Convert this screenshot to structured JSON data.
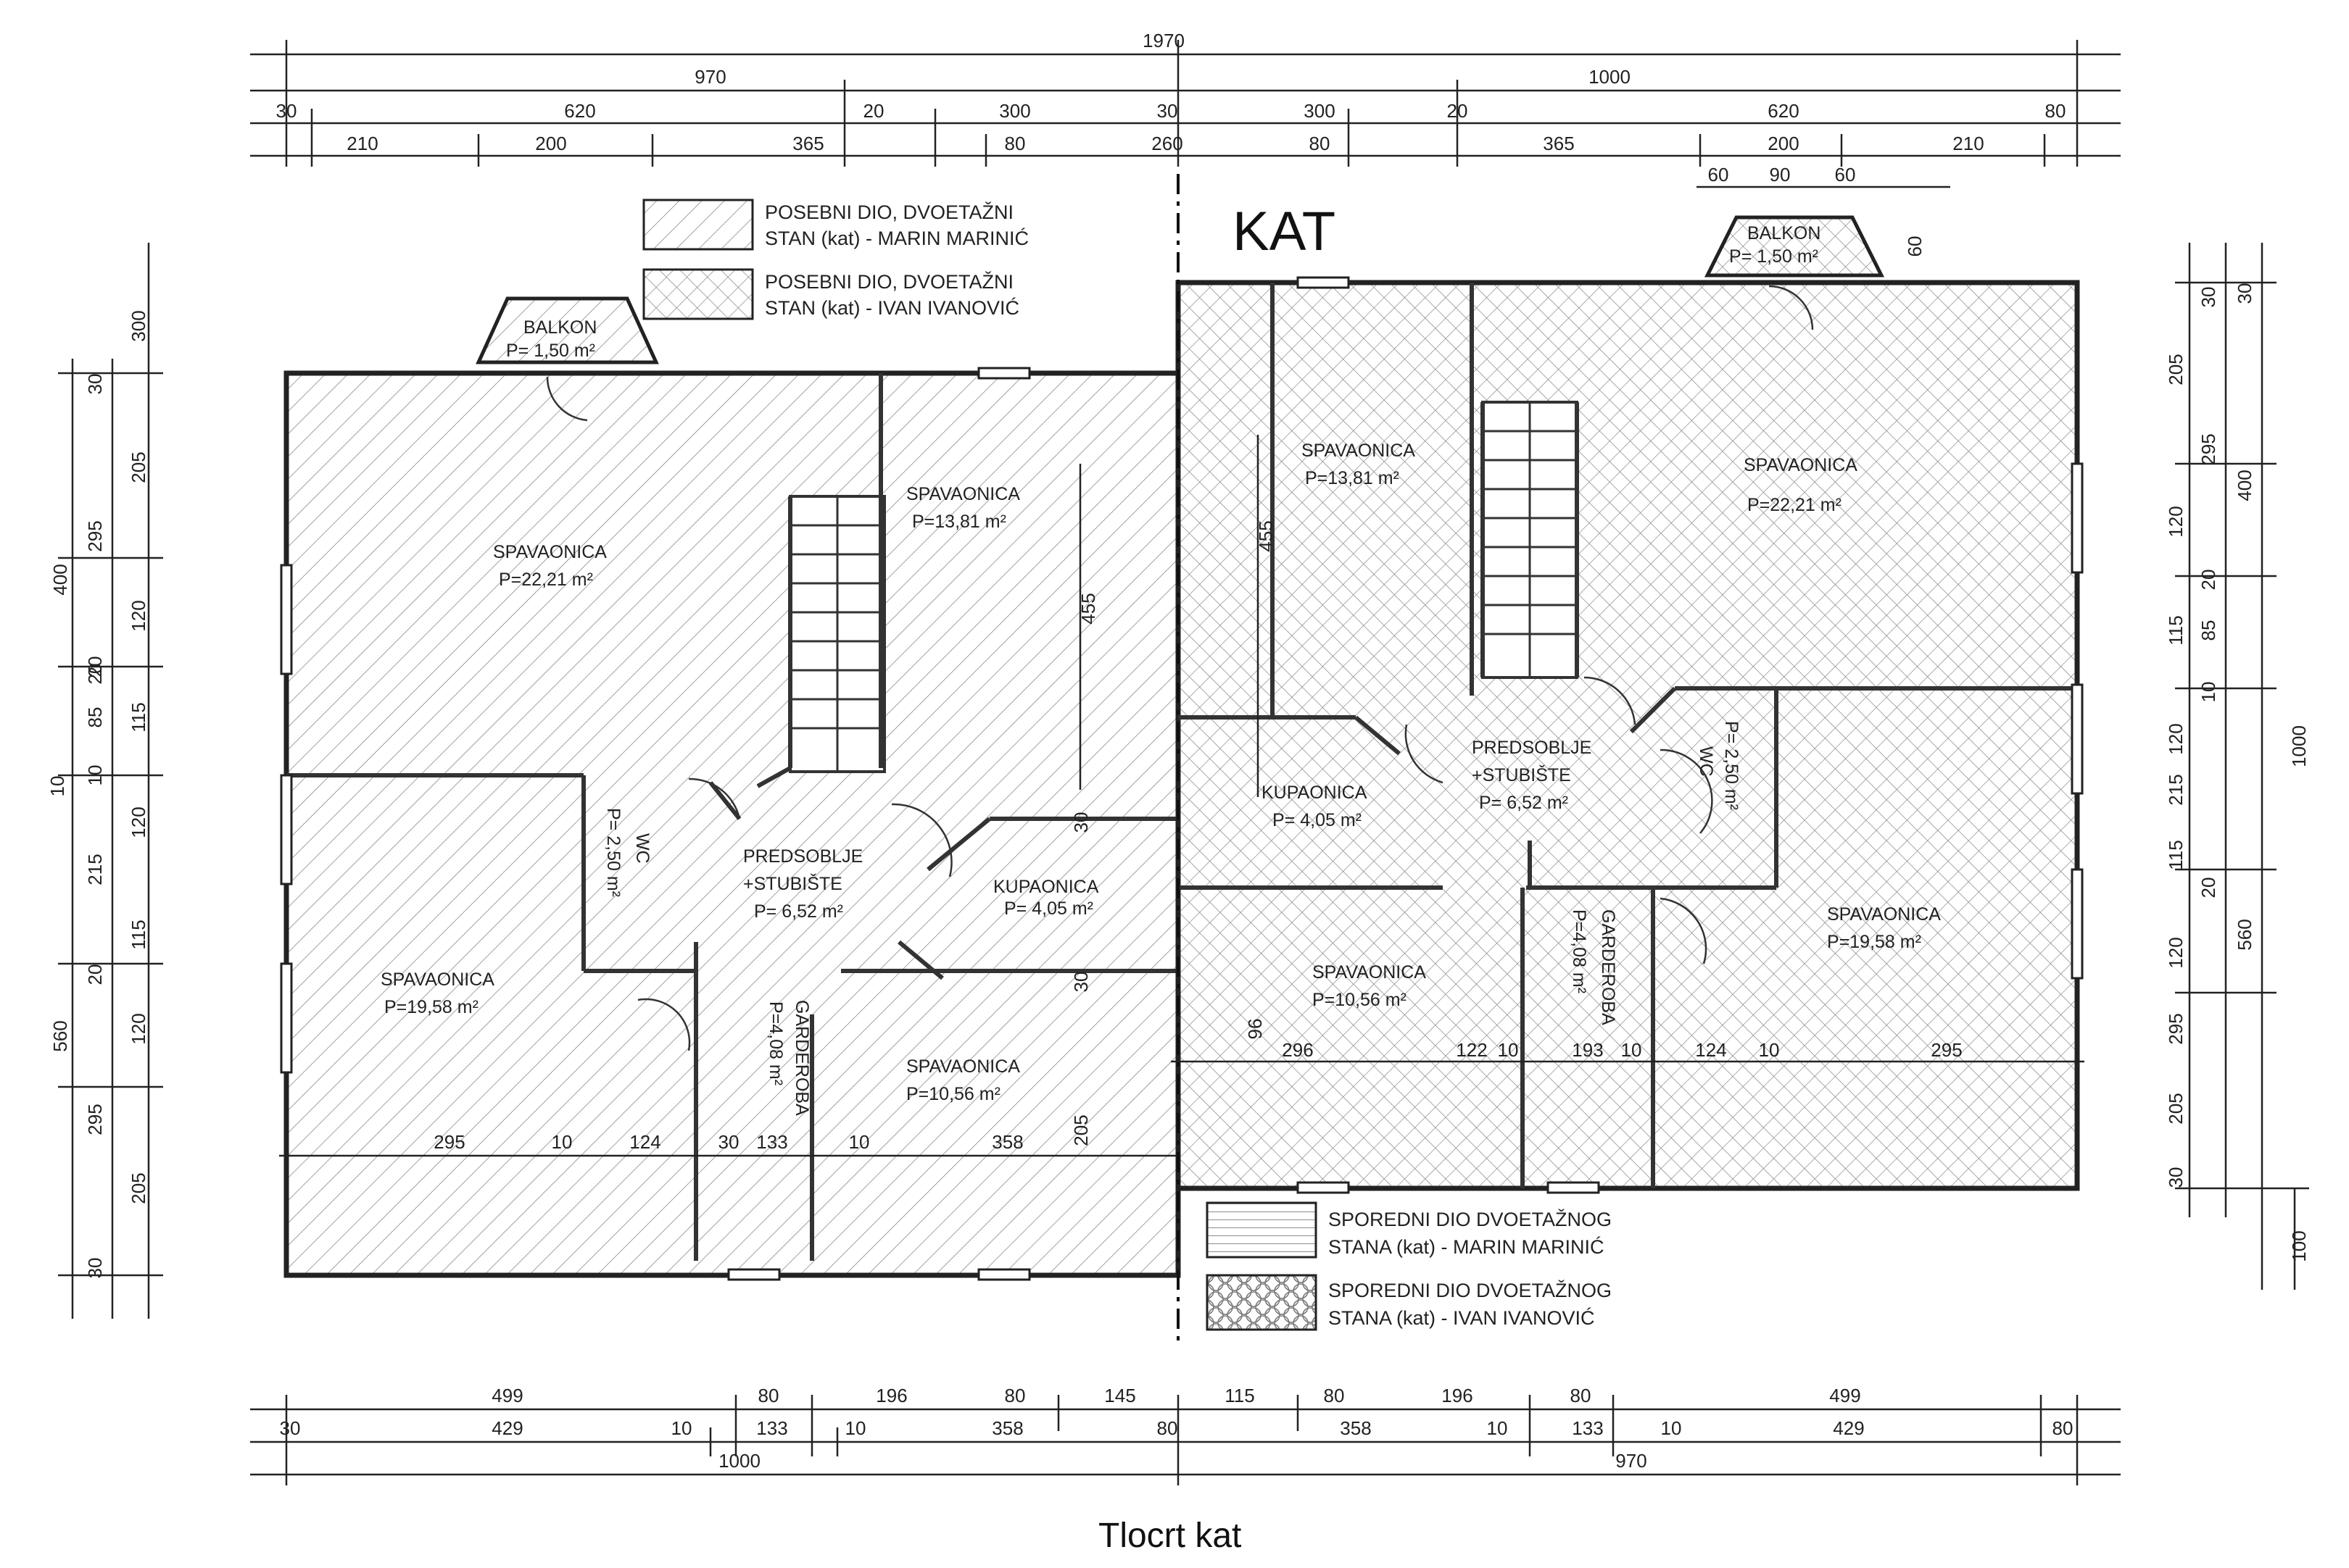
{
  "title": "KAT",
  "caption": "Tlocrt kat",
  "colors": {
    "ink": "#222222",
    "background": "#ffffff"
  },
  "legend": [
    {
      "id": "a",
      "line1": "POSEBNI DIO, DVOETAŽNI",
      "line2": "STAN (kat) - MARIN MARINIĆ"
    },
    {
      "id": "b",
      "line1": "POSEBNI DIO, DVOETAŽNI",
      "line2": "STAN (kat) - IVAN IVANOVIĆ"
    },
    {
      "id": "c",
      "line1": "SPOREDNI DIO DVOETAŽNOG",
      "line2": "STANA (kat) - MARIN MARINIĆ"
    },
    {
      "id": "d",
      "line1": "SPOREDNI DIO DVOETAŽNOG",
      "line2": "STANA (kat) - IVAN IVANOVIĆ"
    }
  ],
  "balconies": [
    {
      "name": "BALKON",
      "area": "P=  1,50 m²"
    },
    {
      "name": "BALKON",
      "area": "P=  1,50 m²"
    }
  ],
  "rooms_left": [
    {
      "name": "SPAVAONICA",
      "area": "P=22,21 m²"
    },
    {
      "name": "SPAVAONICA",
      "area": "P=13,81 m²"
    },
    {
      "name": "WC",
      "area": "P= 2,50 m²"
    },
    {
      "name": "PREDSOBLJE",
      "name2": "+STUBIŠTE",
      "area": "P=  6,52 m²"
    },
    {
      "name": "KUPAONICA",
      "area": "P= 4,05 m²"
    },
    {
      "name": "SPAVAONICA",
      "area": "P=19,58 m²"
    },
    {
      "name": "GARDEROBA",
      "area": "P=4,08 m²"
    },
    {
      "name": "SPAVAONICA",
      "area": "P=10,56 m²"
    }
  ],
  "rooms_right": [
    {
      "name": "SPAVAONICA",
      "area": "P=13,81 m²"
    },
    {
      "name": "SPAVAONICA",
      "area": "P=22,21 m²"
    },
    {
      "name": "PREDSOBLJE",
      "name2": "+STUBIŠTE",
      "area": "P=  6,52 m²"
    },
    {
      "name": "KUPAONICA",
      "area": "P= 4,05 m²"
    },
    {
      "name": "WC",
      "area": "P= 2,50 m²"
    },
    {
      "name": "SPAVAONICA",
      "area": "P=10,56 m²"
    },
    {
      "name": "GARDEROBA",
      "area": "P=4,08 m²"
    },
    {
      "name": "SPAVAONICA",
      "area": "P=19,58 m²"
    }
  ],
  "dims": {
    "top1": [
      "1970"
    ],
    "top2": [
      "970",
      "1000"
    ],
    "top3": [
      "30",
      "620",
      "20",
      "300",
      "30",
      "300",
      "20",
      "620",
      "80"
    ],
    "top4": [
      "210",
      "200",
      "365",
      "80",
      "260",
      "80",
      "365",
      "200",
      "210"
    ],
    "balcony_right": [
      "60",
      "90",
      "60",
      "60"
    ],
    "bottom1": [
      "499",
      "80",
      "196",
      "80",
      "145",
      "115",
      "80",
      "196",
      "80",
      "499"
    ],
    "bottom2": [
      "30",
      "429",
      "10",
      "133",
      "10",
      "358",
      "80",
      "358",
      "10",
      "133",
      "10",
      "429",
      "80"
    ],
    "bottom3": [
      "1000",
      "970"
    ],
    "left_outer": [
      "400",
      "560"
    ],
    "left_mid": [
      "300",
      "205",
      "295",
      "120",
      "20",
      "85",
      "115",
      "10",
      "120",
      "215",
      "115",
      "20",
      "120",
      "295",
      "205",
      "30"
    ],
    "left_inner": [
      "30",
      "10",
      "20"
    ],
    "right_outer": [
      "1000",
      "100"
    ],
    "right_mid": [
      "30",
      "400",
      "560"
    ],
    "right_inner": [
      "30",
      "205",
      "295",
      "120",
      "20",
      "115",
      "85",
      "10",
      "120",
      "215",
      "115",
      "20",
      "120",
      "295",
      "205",
      "30"
    ],
    "interior_left": [
      "455",
      "30",
      "30",
      "205",
      "295",
      "10",
      "124",
      "30",
      "133",
      "10",
      "358"
    ],
    "interior_right": [
      "455",
      "96",
      "296",
      "122",
      "10",
      "193",
      "10",
      "124",
      "10",
      "295"
    ]
  }
}
